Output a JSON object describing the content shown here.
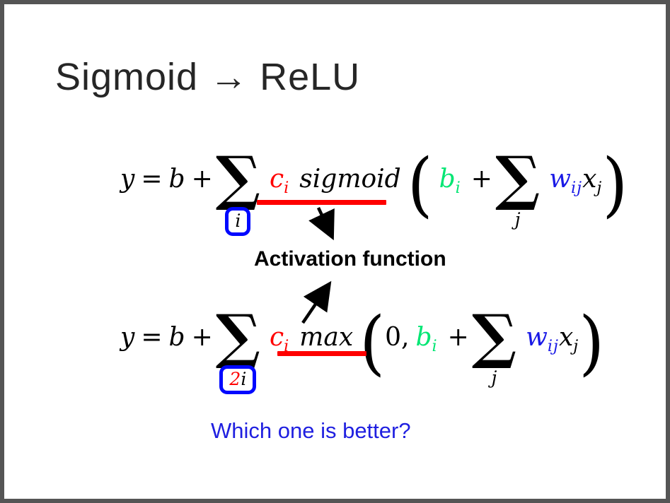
{
  "slide": {
    "title": "Sigmoid → ReLU",
    "activation_label": "Activation function",
    "question": "Which one is better?"
  },
  "formula1": {
    "lhs": "y",
    "eq": "=",
    "b": "b",
    "plus1": "+",
    "sum1_symbol": "∑",
    "sum1_index": "i",
    "c": "c",
    "c_sub": "i",
    "func": "sigmoid",
    "open_paren": "(",
    "bias": "b",
    "bias_sub": "i",
    "plus2": "+",
    "sum2_symbol": "∑",
    "sum2_index": "j",
    "w": "w",
    "w_sub": "ij",
    "x": "x",
    "x_sub": "j",
    "close_paren": ")"
  },
  "formula2": {
    "lhs": "y",
    "eq": "=",
    "b": "b",
    "plus1": "+",
    "sum1_symbol": "∑",
    "sum1_index_prefix": "2",
    "sum1_index": "i",
    "c": "c",
    "c_sub": "i",
    "func": "max",
    "open_paren": "(",
    "zero": "0,",
    "bias": "b",
    "bias_sub": "i",
    "plus2": "+",
    "sum2_symbol": "∑",
    "sum2_index": "j",
    "w": "w",
    "w_sub": "ij",
    "x": "x",
    "x_sub": "j",
    "close_paren": ")"
  },
  "colors": {
    "coefficient_red": "#ff0000",
    "bias_green": "#00e673",
    "weight_blue": "#1a1ae6",
    "index_box_blue": "#0008ff",
    "question_blue": "#1f1fe0",
    "frame_gray": "#555555",
    "slide_background": "#ffffff"
  }
}
